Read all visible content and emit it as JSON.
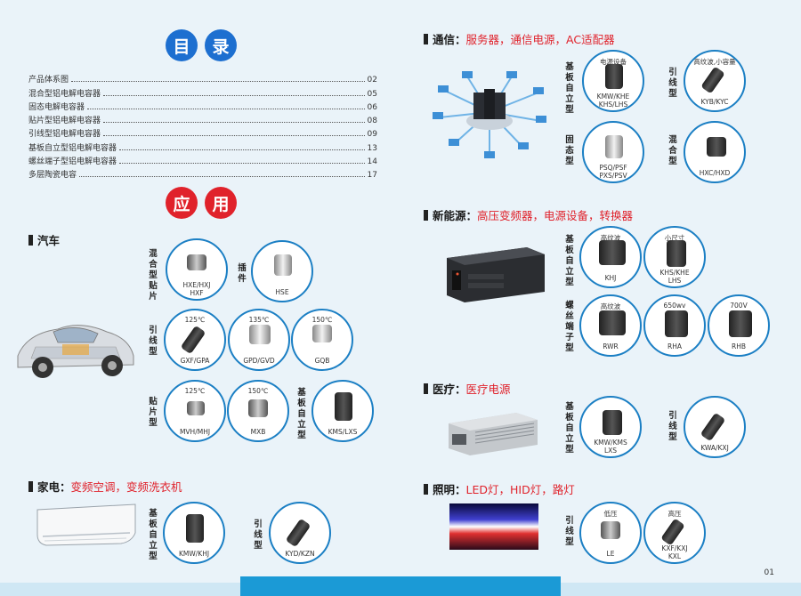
{
  "toc": {
    "heading": [
      "目",
      "录"
    ],
    "rows": [
      {
        "title": "产品体系图",
        "page": "02"
      },
      {
        "title": "混合型铝电解电容器",
        "page": "05"
      },
      {
        "title": "固态电解电容器",
        "page": "06"
      },
      {
        "title": "贴片型铝电解电容器",
        "page": "08"
      },
      {
        "title": "引线型铝电解电容器",
        "page": "09"
      },
      {
        "title": "基板自立型铝电解电容器",
        "page": "13"
      },
      {
        "title": "螺丝端子型铝电解电容器",
        "page": "14"
      },
      {
        "title": "多层陶瓷电容",
        "page": "17"
      }
    ]
  },
  "apps_heading": [
    "应",
    "用"
  ],
  "sections": {
    "car": {
      "label": "汽车",
      "desc": ""
    },
    "appliance": {
      "label": "家电：",
      "desc": "变频空调，变频洗衣机"
    },
    "telecom": {
      "label": "通信：",
      "desc": "服务器，通信电源，AC适配器"
    },
    "newenergy": {
      "label": "新能源：",
      "desc": "高压变频器，电源设备，转换器"
    },
    "medical": {
      "label": "医疗：",
      "desc": "医疗电源"
    },
    "lighting": {
      "label": "照明：",
      "desc": "LED灯，HID灯，路灯"
    }
  },
  "vlabels": {
    "car_hybrid_smd": "混合型贴片",
    "car_plugin": "插件",
    "car_lead": "引线型",
    "car_smd": "贴片型",
    "car_board": "基板自立型",
    "app_board": "基板自立型",
    "app_lead": "引线型",
    "tel_board": "基板自立型",
    "tel_lead": "引线型",
    "tel_solid": "固态型",
    "tel_hybrid": "混合型",
    "ne_board": "基板自立型",
    "ne_screw": "螺丝端子型",
    "med_board": "基板自立型",
    "med_lead": "引线型",
    "light_lead": "引线型"
  },
  "products": {
    "car1": {
      "top": "",
      "name": "HXE/HXJ\nHXF"
    },
    "car2": {
      "top": "",
      "name": "HSE"
    },
    "car3": {
      "top": "125℃",
      "name": "GXF/GPA"
    },
    "car4": {
      "top": "135℃",
      "name": "GPD/GVD"
    },
    "car5": {
      "top": "150℃",
      "name": "GQB"
    },
    "car6": {
      "top": "125℃",
      "name": "MVH/MHJ"
    },
    "car7": {
      "top": "150℃",
      "name": "MXB"
    },
    "car8": {
      "top": "",
      "name": "KMS/LXS"
    },
    "app1": {
      "top": "",
      "name": "KMW/KHJ"
    },
    "app2": {
      "top": "",
      "name": "KYD/KZN"
    },
    "tel1": {
      "top": "电源设备",
      "name": "KMW/KHE\nKHS/LHS"
    },
    "tel2": {
      "top": "高纹波,小容量",
      "name": "KYB/KYC"
    },
    "tel3": {
      "top": "",
      "name": "PSQ/PSF\nPXS/PSV"
    },
    "tel4": {
      "top": "",
      "name": "HXC/HXD"
    },
    "ne1": {
      "top": "高纹波",
      "name": "KHJ"
    },
    "ne2": {
      "top": "小尺寸",
      "name": "KHS/KHE\nLHS"
    },
    "ne3": {
      "top": "高纹波",
      "name": "RWR"
    },
    "ne4": {
      "top": "650wv",
      "name": "RHA"
    },
    "ne5": {
      "top": "700V",
      "name": "RHB"
    },
    "med1": {
      "top": "",
      "name": "KMW/KMS\nLXS"
    },
    "med2": {
      "top": "",
      "name": "KWA/KXJ"
    },
    "li1": {
      "top": "低压",
      "name": "LE"
    },
    "li2": {
      "top": "高压",
      "name": "KXF/KXJ\nKXL"
    }
  },
  "page_number": "01",
  "colors": {
    "accent_blue": "#1d6fd0",
    "accent_red": "#e0222b",
    "circle_border": "#1b7fc4",
    "tab_blue": "#1b9ad6"
  }
}
